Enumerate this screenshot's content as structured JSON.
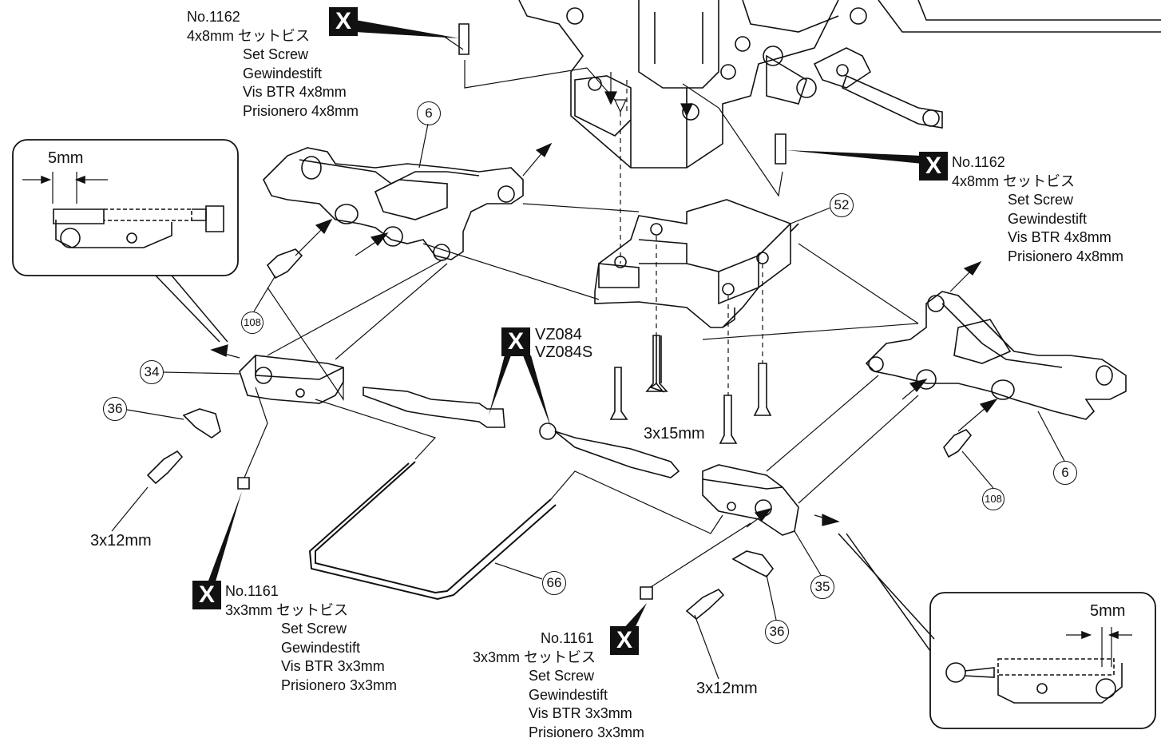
{
  "set_screw_4x8_top": {
    "part_no": "No.1162",
    "size_ja": "4x8mm セットビス",
    "names": [
      "Set Screw",
      "Gewindestift",
      "Vis BTR 4x8mm",
      "Prisionero 4x8mm"
    ]
  },
  "set_screw_4x8_right": {
    "part_no": "No.1162",
    "size_ja": "4x8mm セットビス",
    "names": [
      "Set Screw",
      "Gewindestift",
      "Vis BTR 4x8mm",
      "Prisionero 4x8mm"
    ]
  },
  "set_screw_3x3_left": {
    "part_no": "No.1161",
    "size_ja": "3x3mm セットビス",
    "names": [
      "Set Screw",
      "Gewindestift",
      "Vis BTR 3x3mm",
      "Prisionero 3x3mm"
    ]
  },
  "set_screw_3x3_bottom": {
    "part_no": "No.1161",
    "size_ja": "3x3mm セットビス",
    "names": [
      "Set Screw",
      "Gewindestift",
      "Vis BTR 3x3mm",
      "Prisionero 3x3mm"
    ]
  },
  "x_mark": "X",
  "tool": {
    "codes": [
      "VZ084",
      "VZ084S"
    ]
  },
  "dimensions": {
    "detail_left": "5mm",
    "detail_right": "5mm",
    "screw_3x15": "3x15mm",
    "screw_3x12_left": "3x12mm",
    "screw_3x12_right": "3x12mm"
  },
  "part_numbers": {
    "arm_left": "6",
    "arm_right": "6",
    "bulkhead": "52",
    "screw_108_left": "108",
    "screw_108_right": "108",
    "block_34": "34",
    "block_35": "35",
    "cap_36_left": "36",
    "cap_36_right": "36",
    "sway_bar": "66"
  }
}
